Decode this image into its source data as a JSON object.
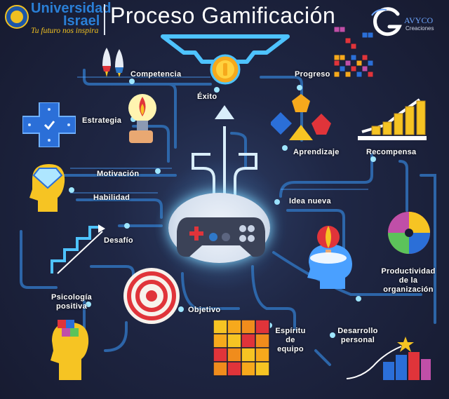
{
  "header": {
    "university_name_line1": "Universidad",
    "university_name_line2": "Israel",
    "slogan": "Tu futuro nos inspira",
    "title": "Proceso Gamificación",
    "brand_name": "AVYCO",
    "brand_sub": "Creaciones"
  },
  "labels": {
    "competencia": "Competencia",
    "exito": "Éxito",
    "progreso": "Progreso",
    "estrategia": "Estrategia",
    "aprendizaje": "Aprendizaje",
    "recompensa": "Recompensa",
    "motivacion": "Motivación",
    "habilidad": "Habilidad",
    "idea_nueva": "Idea nueva",
    "desafio": "Desafío",
    "productividad_1": "Productividad",
    "productividad_2": "de la",
    "productividad_3": "organización",
    "psicologia_1": "Psicología",
    "psicologia_2": "positiva",
    "objetivo": "Objetivo",
    "espiritu_1": "Espíritu",
    "espiritu_2": "de",
    "espiritu_3": "equipo",
    "desarrollo_1": "Desarrollo",
    "desarrollo_2": "personal"
  },
  "colors": {
    "background": "#1a1d35",
    "circuit": "#2f78c8",
    "glow": "#7fd8ff",
    "controller": "#3b4257",
    "accent_red": "#e0343a",
    "accent_yellow": "#f6c423"
  },
  "icons": [
    "rocket-icon",
    "coin-wings-icon",
    "tetris-icon",
    "dpad-icon",
    "torch-icon",
    "shapes-icon",
    "coins-chart-icon",
    "diamond-head-icon",
    "stairs-icon",
    "controller-icon",
    "balloon-head-icon",
    "wheel-icon",
    "target-icon",
    "puzzle-icon",
    "blocks-head-icon",
    "steps-star-icon"
  ]
}
